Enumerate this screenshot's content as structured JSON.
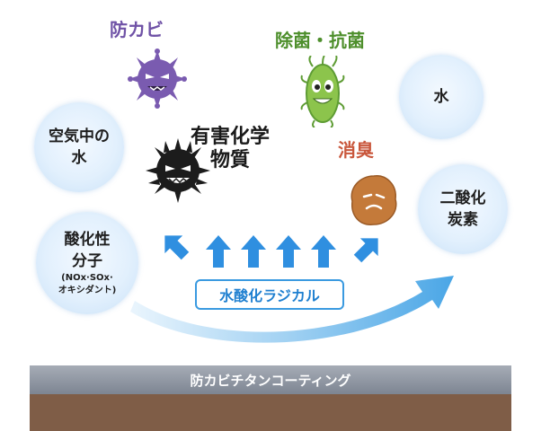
{
  "labels": {
    "mold": "防カビ",
    "antibacterial": "除菌・抗菌",
    "deodorize": "消臭",
    "harmful": "有害化学\n物質"
  },
  "bubbles": {
    "airwater": "空気中の\n水",
    "water": "水",
    "co2": "二酸化\n炭素",
    "oxide_main": "酸化性\n分子",
    "oxide_sub": "(NOx·SOx·\nオキシダント)"
  },
  "radical": "水酸化ラジカル",
  "coating": "防カビチタンコーティング",
  "colors": {
    "purple": "#6f52a6",
    "green": "#4e8f2c",
    "red": "#c9573c",
    "arrow_blue": "#2f8fe0",
    "coating": "#8d949f",
    "ground": "#7f5d47"
  },
  "icons": [
    "mold-germ-icon",
    "bacteria-icon",
    "odor-icon",
    "harmful-chemical-icon"
  ]
}
